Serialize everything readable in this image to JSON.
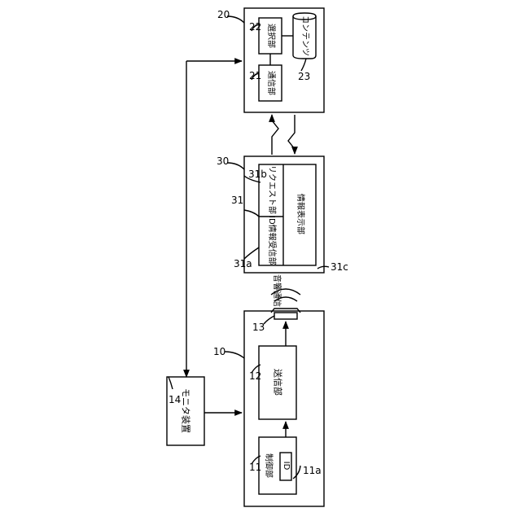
{
  "blocks": {
    "server": {
      "ref": "20"
    },
    "selection_unit": {
      "ref": "22",
      "label": "選択部"
    },
    "server_comm_unit": {
      "ref": "21",
      "label": "通信部"
    },
    "content_db": {
      "ref": "23",
      "label": "コンテンツ"
    },
    "terminal": {
      "ref": "30"
    },
    "app_unit": {
      "ref": "31"
    },
    "id_receiver": {
      "ref": "31a",
      "label": "ID情報受信部"
    },
    "request_unit": {
      "ref": "31b",
      "label": "リクエスト部"
    },
    "info_display": {
      "ref": "31c",
      "label": "情報表示部"
    },
    "sound_comm": {
      "label": "音響通信"
    },
    "speaker": {
      "ref": "13"
    },
    "transmitter": {
      "ref": "10"
    },
    "sender_unit": {
      "ref": "12",
      "label": "送信部"
    },
    "monitor": {
      "ref": "14",
      "label": "モニタ装置"
    },
    "controller": {
      "ref": "11",
      "label": "制御部"
    },
    "id_box": {
      "ref": "11a",
      "label": "ID"
    }
  }
}
